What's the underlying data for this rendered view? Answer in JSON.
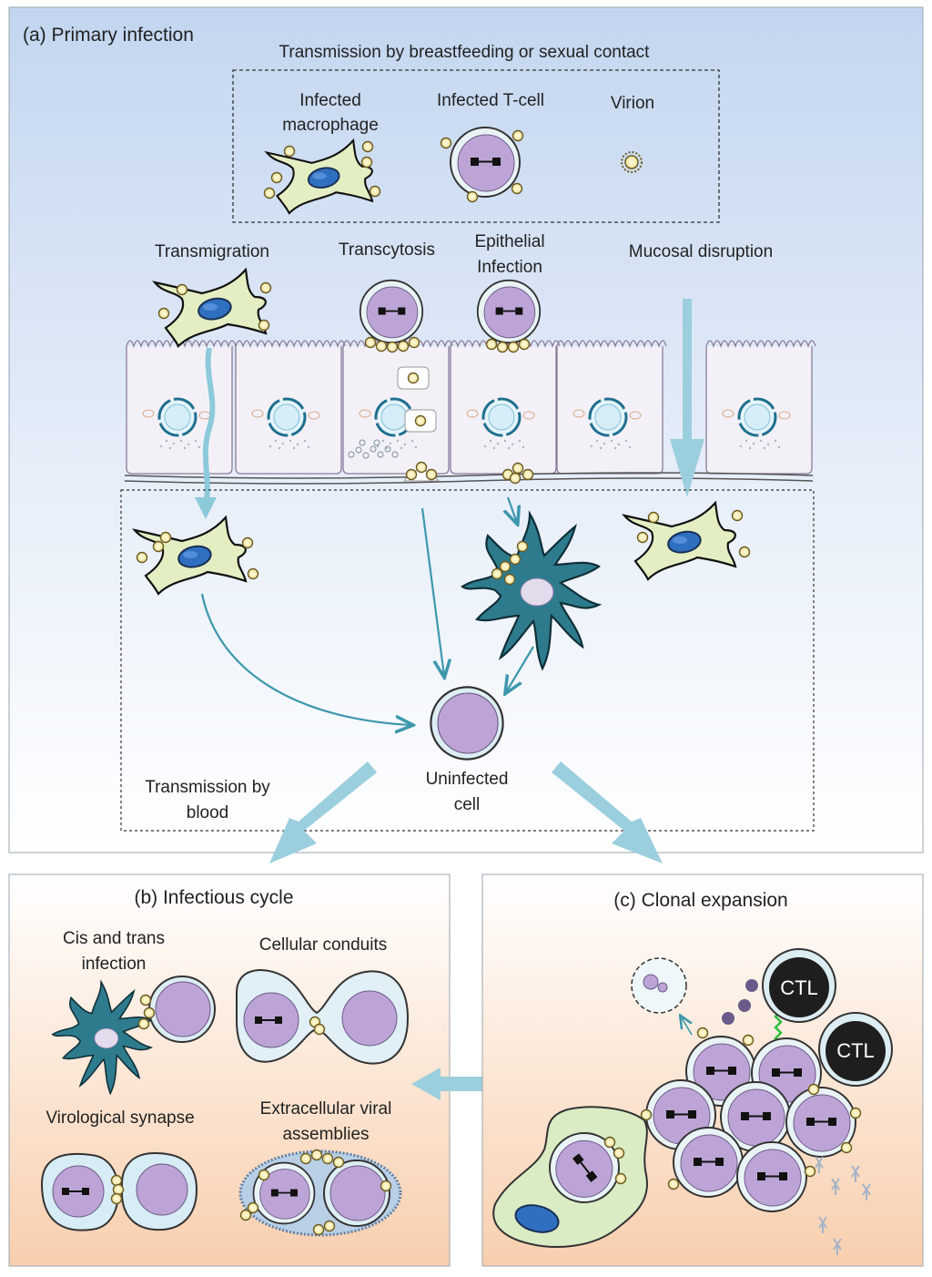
{
  "panel_a": {
    "title": "(a) Primary infection",
    "transmission_heading": "Transmission by breastfeeding or sexual contact",
    "legend": {
      "macrophage": [
        "Infected",
        "macrophage"
      ],
      "tcell": "Infected T-cell",
      "virion": "Virion"
    },
    "routes": {
      "transmigration": "Transmigration",
      "transcytosis": "Transcytosis",
      "epithelial": [
        "Epithelial",
        "Infection"
      ],
      "mucosal": "Mucosal disruption"
    },
    "blood_label": [
      "Transmission by",
      "blood"
    ],
    "uninfected_label": [
      "Uninfected",
      "cell"
    ]
  },
  "panel_b": {
    "title": "(b) Infectious cycle",
    "cis_trans": [
      "Cis and trans",
      "infection"
    ],
    "conduits": "Cellular conduits",
    "synapse": "Virological synapse",
    "assemblies": [
      "Extracellular viral",
      "assemblies"
    ]
  },
  "panel_c": {
    "title": "(c) Clonal expansion",
    "ctl_1": "CTL",
    "ctl_2": "CTL"
  },
  "colors": {
    "macrophage": "#e3efc2",
    "tcell_nucleus": "#bca5d6",
    "dendritic_cell": "#2f7b8e",
    "arrow": "#3d98ad",
    "big_arrow": "#9ccfdd",
    "virion": "#f3eaa0",
    "ctl": "#1e1e1e"
  }
}
